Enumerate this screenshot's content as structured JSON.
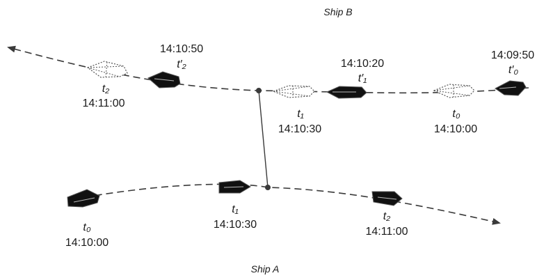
{
  "ship_b": {
    "title": "Ship B",
    "t0_label": "t₀",
    "t0_time": "14:10:00",
    "t1_label": "t₁",
    "t1_time": "14:10:30",
    "t2_label": "t₂",
    "t2_time": "14:11:00",
    "t0p_label": "t′₀",
    "t0p_time": "14:09:50",
    "t1p_label": "t′₁",
    "t1p_time": "14:10:20",
    "t2p_label": "t′₂",
    "t2p_time": "14:10:50"
  },
  "ship_a": {
    "title": "Ship A",
    "t0_label": "t₀",
    "t0_time": "14:10:00",
    "t1_label": "t₁",
    "t1_time": "14:10:30",
    "t2_label": "t₂",
    "t2_time": "14:11:00"
  },
  "colors": {
    "line": "#3a3a3a",
    "ship_fill": "#111111",
    "ship_outline": "#555555"
  }
}
